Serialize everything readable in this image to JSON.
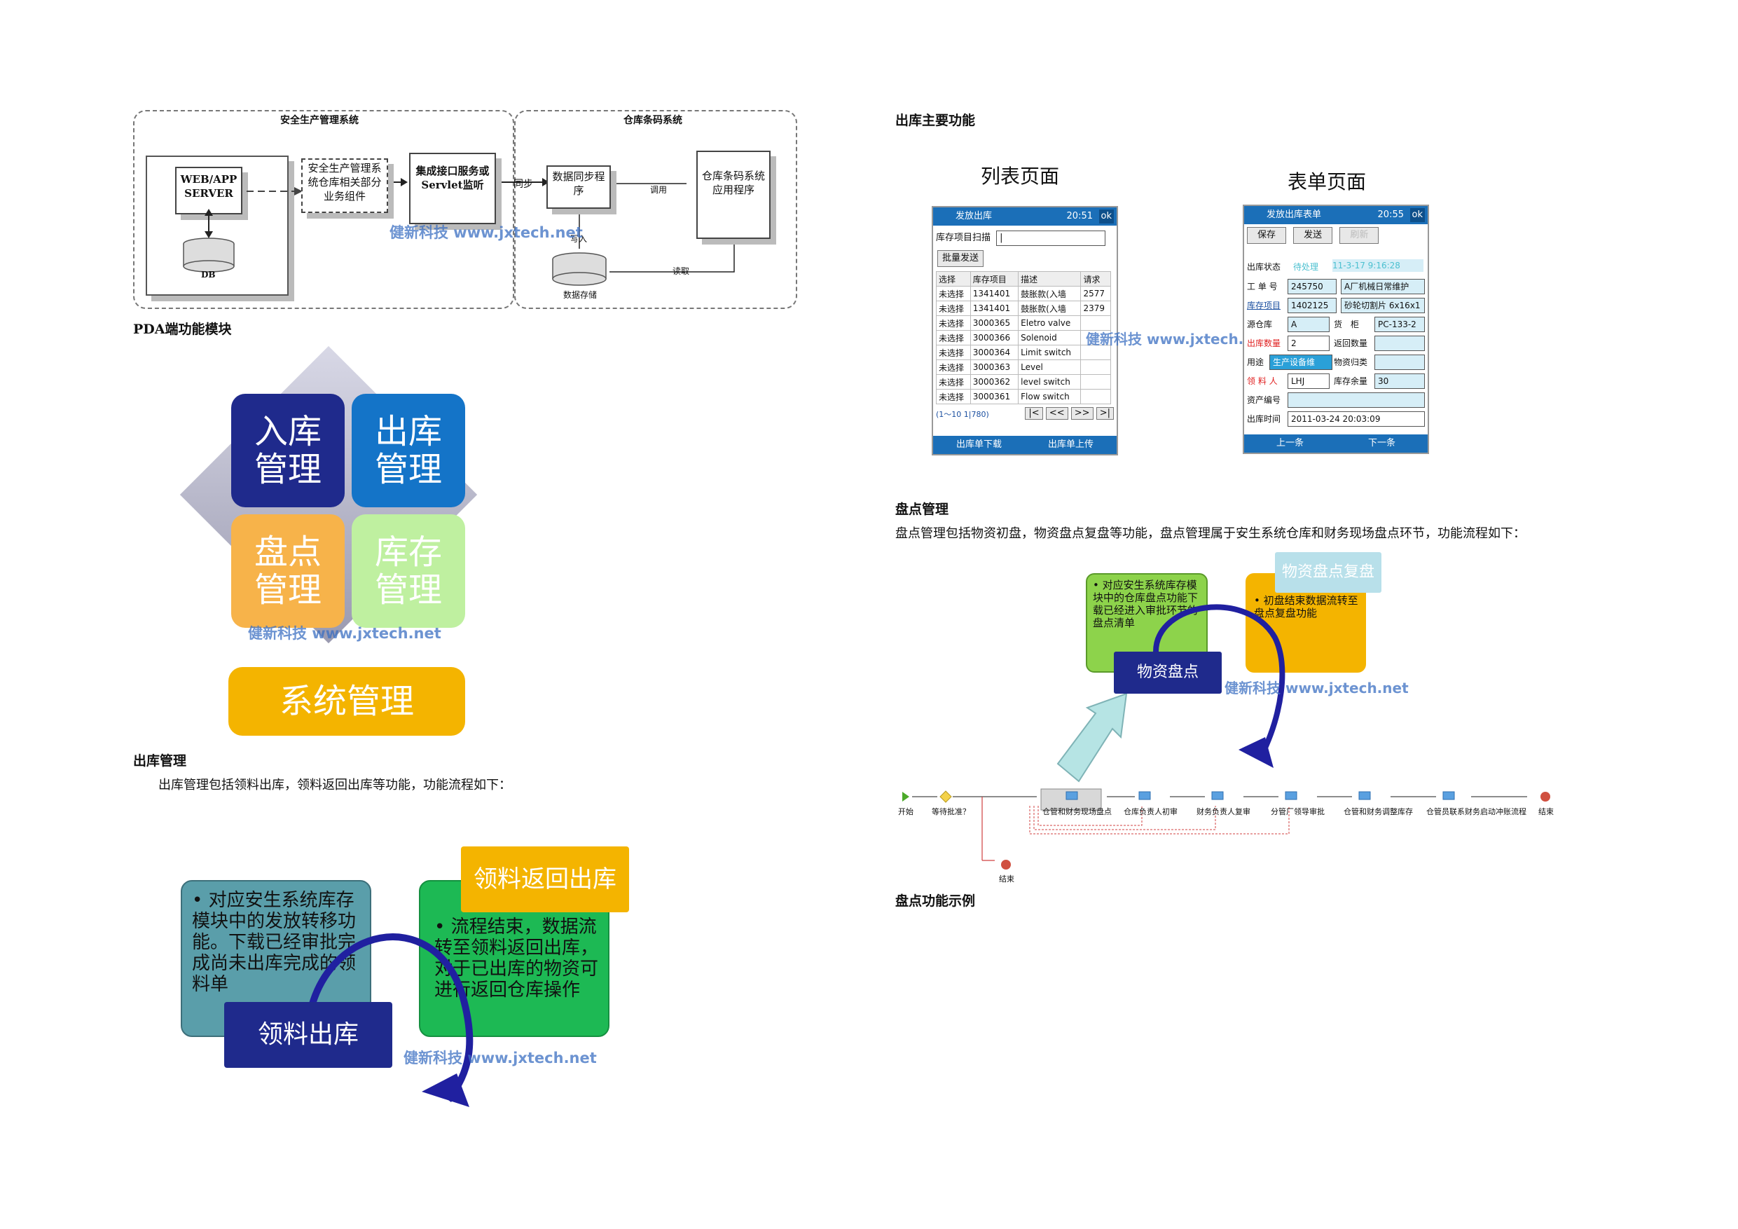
{
  "architecture": {
    "left_group_title": "安全生产管理系统",
    "right_group_title": "仓库条码系统",
    "web_server": "WEB/APP SERVER",
    "db": "DB",
    "component": "安全生产管理系统仓库相关部分业务组件",
    "interface": "集成接口服务或Servlet监听",
    "sync_label": "同步",
    "sync_program": "数据同步程序",
    "call_label": "调用",
    "barcode_app": "仓库条码系统应用程序",
    "write_label": "写入",
    "storage": "数据存储",
    "read_label": "读取",
    "watermark": "健新科技 www.jxtech.net"
  },
  "headings": {
    "pda": "PDA端功能模块",
    "outbound_main": "出库主要功能",
    "outbound_mgmt": "出库管理",
    "stocktake": "盘点管理",
    "stocktake_example": "盘点功能示例"
  },
  "paragraphs": {
    "outbound": "出库管理包括领料出库，领料返回出库等功能，功能流程如下：",
    "stocktake": "盘点管理包括物资初盘，物资盘点复盘等功能，盘点管理属于安生系统仓库和财务现场盘点环节，功能流程如下："
  },
  "pda_modules": {
    "inbound": "入库管理",
    "outbound": "出库管理",
    "stocktake": "盘点管理",
    "inventory": "库存管理",
    "system": "系统管理",
    "watermark": "健新科技 www.jxtech.net"
  },
  "screens": {
    "list_title": "列表页面",
    "form_title": "表单页面",
    "watermark": "健新科技 www.jxtech.net",
    "list": {
      "app_title": "发放出库",
      "time": "20:51",
      "ok": "ok",
      "scan_label": "库存项目扫描",
      "batch_button": "批量发送",
      "columns": [
        "选择",
        "库存项目",
        "描述",
        "请求"
      ],
      "rows": [
        [
          "未选择",
          "1341401",
          "鼓胀款(入墙",
          "2577"
        ],
        [
          "未选择",
          "1341401",
          "鼓胀款(入墙",
          "2379"
        ],
        [
          "未选择",
          "3000365",
          "Eletro valve",
          ""
        ],
        [
          "未选择",
          "3000366",
          "Solenoid",
          ""
        ],
        [
          "未选择",
          "3000364",
          "Limit switch",
          ""
        ],
        [
          "未选择",
          "3000363",
          "Level",
          ""
        ],
        [
          "未选择",
          "3000362",
          "level switch",
          ""
        ],
        [
          "未选择",
          "3000361",
          "Flow switch",
          ""
        ]
      ],
      "pager": "(1～10 1|780)",
      "pager_buttons": [
        "|<",
        "<<",
        ">>",
        ">|"
      ],
      "bottom_left": "出库单下载",
      "bottom_right": "出库单上传"
    },
    "form": {
      "app_title": "发放出库表单",
      "time": "20:55",
      "ok": "ok",
      "buttons": [
        "保存",
        "发送",
        "刷新"
      ],
      "status_label": "出库状态",
      "status_value": "待处理",
      "status_time": "11-3-17 9:16:28",
      "order_label": "工 单 号",
      "order_value": "245750",
      "order_desc": "A厂机械日常维护",
      "item_label": "库存项目",
      "item_value": "1402125",
      "item_desc": "砂轮切割片 6x16x1",
      "wh_label": "源仓库",
      "wh_value": "A",
      "bin_label": "货　柜",
      "bin_value": "PC-133-2",
      "qty_label": "出库数量",
      "qty_value": "2",
      "return_label": "返回数量",
      "use_label": "用途",
      "use_value": "生产设备维",
      "class_label": "物资归类",
      "person_label": "领 料 人",
      "person_value": "LHJ",
      "stock_label": "库存余量",
      "stock_value": "30",
      "asset_label": "资产编号",
      "time_label": "出库时间",
      "time_value": "2011-03-24 20:03:09",
      "bottom_left": "上一条",
      "bottom_right": "下一条"
    }
  },
  "outbound_diagram": {
    "left_text": "• 对应安生系统库存模块中的发放转移功能。下载已经审批完成尚未出库完成的领料单",
    "left_label": "领料出库",
    "right_title": "领料返回出库",
    "right_text": "• 流程结束，数据流转至领料返回出库，对于已出库的物资可进行返回仓库操作",
    "watermark": "健新科技 www.jxtech.net"
  },
  "stocktake_diagram": {
    "left_text": "• 对应安生系统库存模块中的仓库盘点功能下载已经进入审批环节的盘点清单",
    "left_label": "物资盘点",
    "right_title": "物资盘点复盘",
    "right_text": "• 初盘结束数据流转至盘点复盘功能",
    "watermark": "健新科技 www.jxtech.net"
  },
  "workflow": {
    "start": "开始",
    "decision": "等待批准？",
    "steps": [
      "仓管和财务现场盘点",
      "仓库负责人初审",
      "财务负责人复审",
      "分管厂领导审批",
      "仓管和财务调整库存",
      "仓管员联系财务启动冲账流程"
    ],
    "end": "结束",
    "end2": "结束"
  },
  "colors": {
    "navy": "#1f2a8c",
    "blue": "#1474c8",
    "orange": "#f7b34a",
    "light_green": "#bff0a0",
    "yellow": "#f4b400",
    "teal": "#5a9eaa",
    "green": "#1db954",
    "lime": "#8dd34b"
  }
}
